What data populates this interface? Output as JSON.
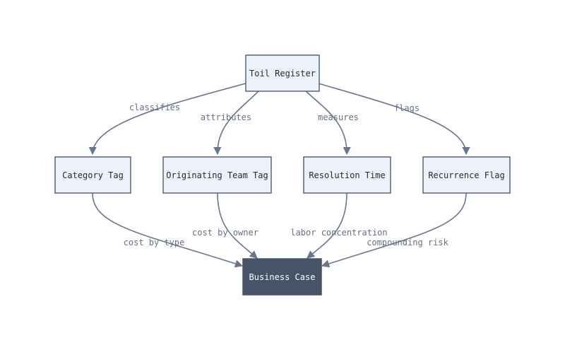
{
  "colors": {
    "node_fill": "#edf1f8",
    "node_stroke": "#56657c",
    "node_text": "#1f2937",
    "edge": "#66768d",
    "edge_label_text": "#66707f",
    "dark_fill": "#475468",
    "dark_text": "#ffffff"
  },
  "nodes": {
    "toil_register": "Toil Register",
    "category_tag": "Category Tag",
    "originating_team_tag": "Originating Team Tag",
    "resolution_time": "Resolution Time",
    "recurrence_flag": "Recurrence Flag",
    "business_case": "Business Case"
  },
  "edges": {
    "classifies": "classifies",
    "attributes": "attributes",
    "measures": "measures",
    "flags": "flags",
    "cost_by_type": "cost by type",
    "cost_by_owner": "cost by owner",
    "labor_concentration": "labor concentration",
    "compounding_risk": "compounding risk"
  }
}
